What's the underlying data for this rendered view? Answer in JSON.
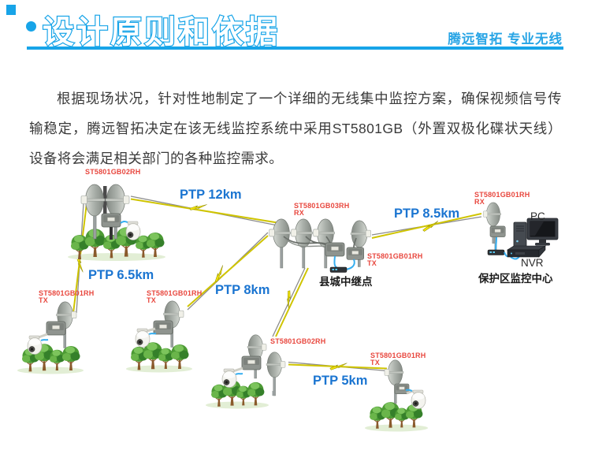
{
  "header": {
    "title": "设计原则和依据",
    "brand": "腾远智拓 专业无线"
  },
  "paragraph": "根据现场状况，针对性地制定了一个详细的无线集中监控方案，确保视频信号传输稳定，腾远智拓决定在该无线监控系统中采用ST5801GB（外置双极化碟状天线）设备将会满足相关部门的各种监控需求。",
  "diagram": {
    "links": {
      "ptp12": "PTP 12km",
      "ptp85": "PTP 8.5km",
      "ptp65": "PTP 6.5km",
      "ptp8": "PTP 8km",
      "ptp5": "PTP 5km"
    },
    "labels": {
      "top_left_device": "ST5801GB02RH",
      "relay_rx_line1": "ST5801GB03RH",
      "relay_rx_line2": "RX",
      "relay_tx_line1": "ST5801GB01RH",
      "relay_tx_line2": "TX",
      "relay_caption": "县城中继点",
      "center_rx_line1": "ST5801GB01RH",
      "center_rx_line2": "RX",
      "pc": "PC",
      "nvr": "NVR",
      "center_caption": "保护区监控中心",
      "cam_left_line1": "ST5801GB01RH",
      "cam_left_line2": "TX",
      "cam_mid_line1": "ST5801GB01RH",
      "cam_mid_line2": "TX",
      "bottom_center_device": "ST5801GB02RH",
      "cam_right_line1": "ST5801GB01RH",
      "cam_right_line2": "TX"
    },
    "colors": {
      "accent_blue": "#17a4e8",
      "link_label_blue": "#1b75d1",
      "device_label_red": "#e8473e",
      "bolt_yellow": "#f0e10c"
    }
  }
}
